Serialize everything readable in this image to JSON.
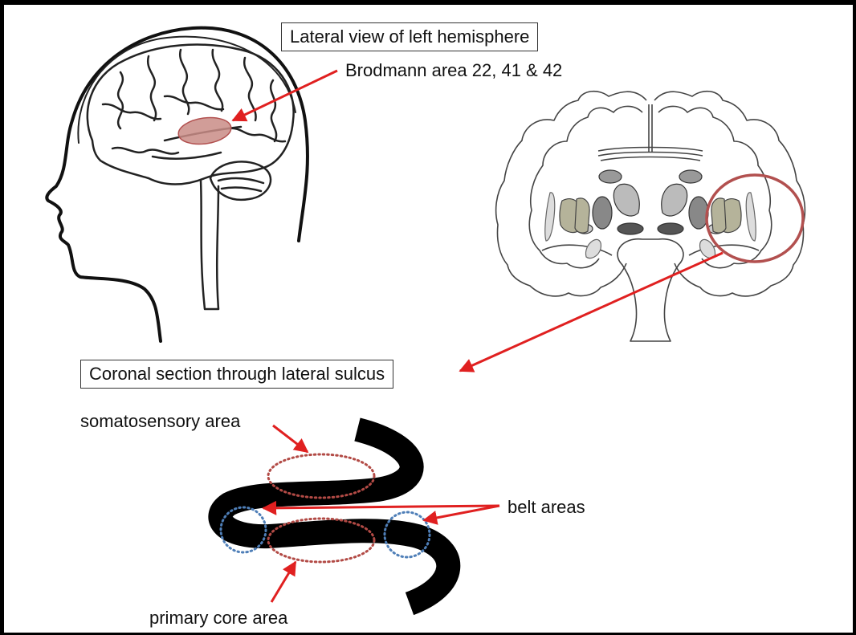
{
  "labels": {
    "lateral_view": "Lateral view of left hemisphere",
    "brodmann": "Brodmann area 22, 41 & 42",
    "coronal_section": "Coronal section through lateral sulcus",
    "somatosensory": "somatosensory area",
    "belt": "belt areas",
    "primary_core": "primary core area"
  },
  "colors": {
    "arrow": "#e02020",
    "highlight_fill": "#c98c86",
    "circle_outline": "#b2504f",
    "dotted_red": "#b24a45",
    "dotted_blue": "#4f7fb8",
    "olive": "#b5b39a"
  }
}
